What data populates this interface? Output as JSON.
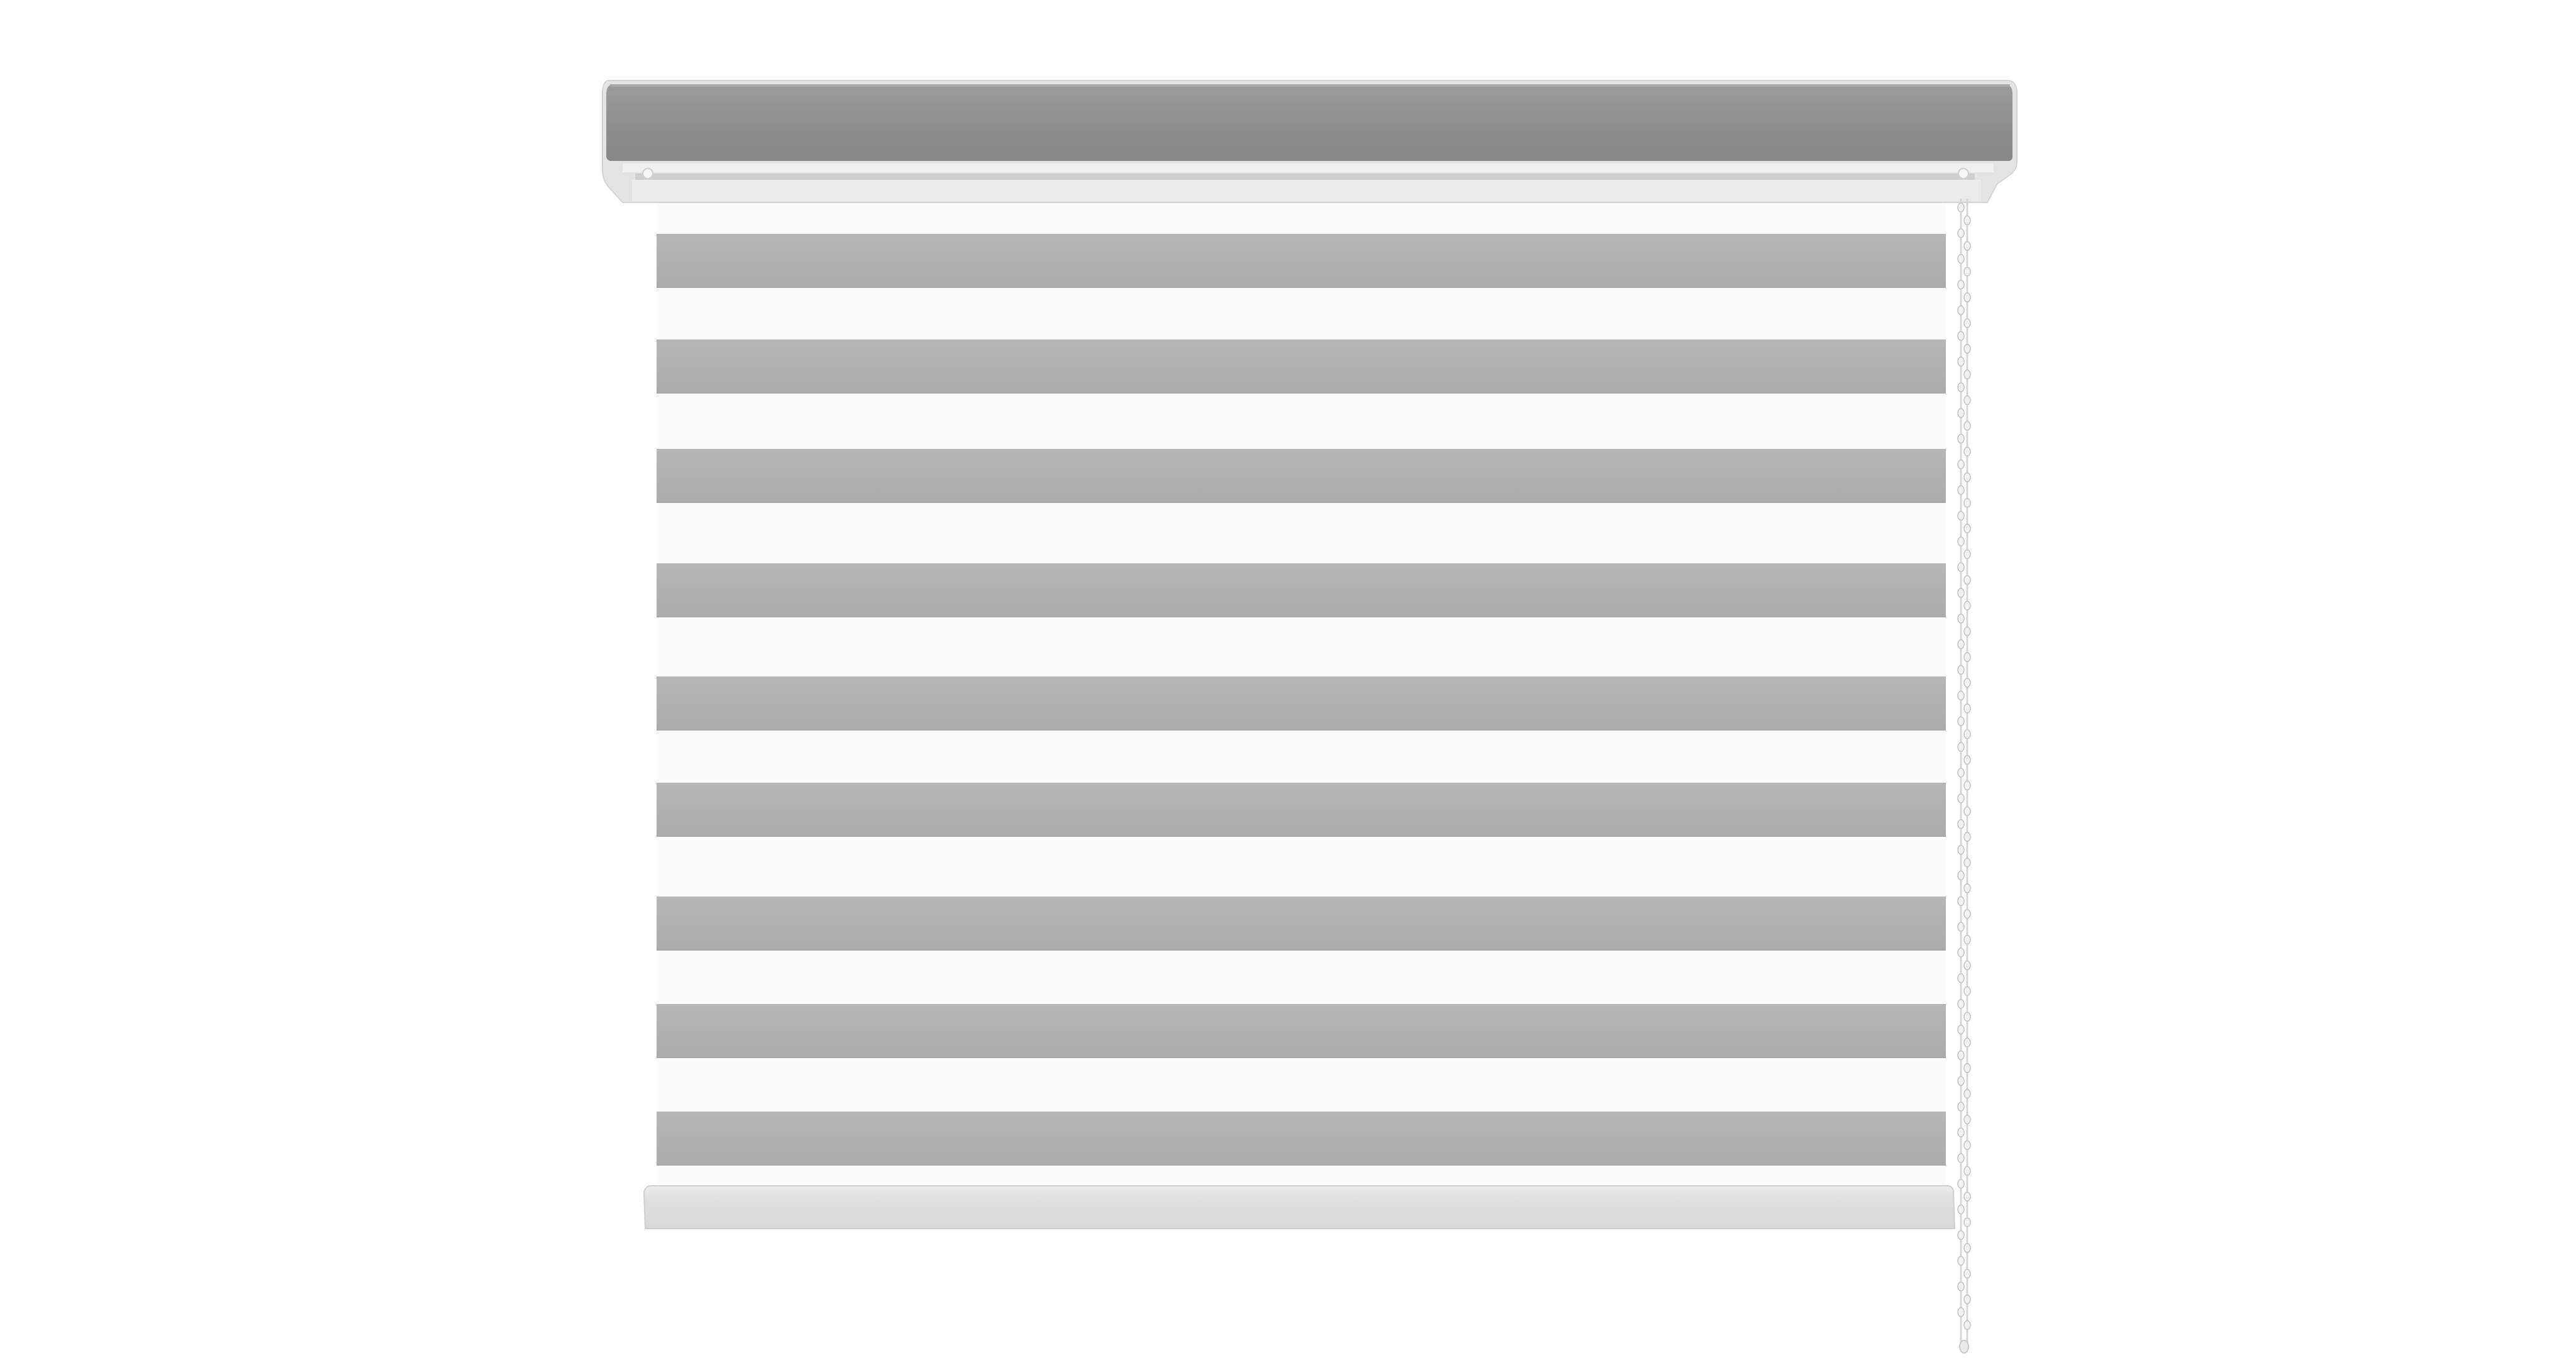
{
  "product": {
    "type": "zebra-roller-blind",
    "colors": {
      "background": "#ffffff",
      "cassette_front": "#8f8f8f",
      "cassette_frame": "#e6e6e6",
      "cassette_shadow": "#d2d2d2",
      "fabric_sheer": "#fbfbfb",
      "fabric_band": "#b1b1b1",
      "band_edge": "#a8a8a8",
      "bottom_rail": "#dcdcdc",
      "bottom_rail_top": "#ececec",
      "chain": "#cfcfcf",
      "chain_bead": "#f2f2f2"
    },
    "visible_opaque_bands": 9,
    "control": "bead-chain-right",
    "chain_beads": 88
  }
}
